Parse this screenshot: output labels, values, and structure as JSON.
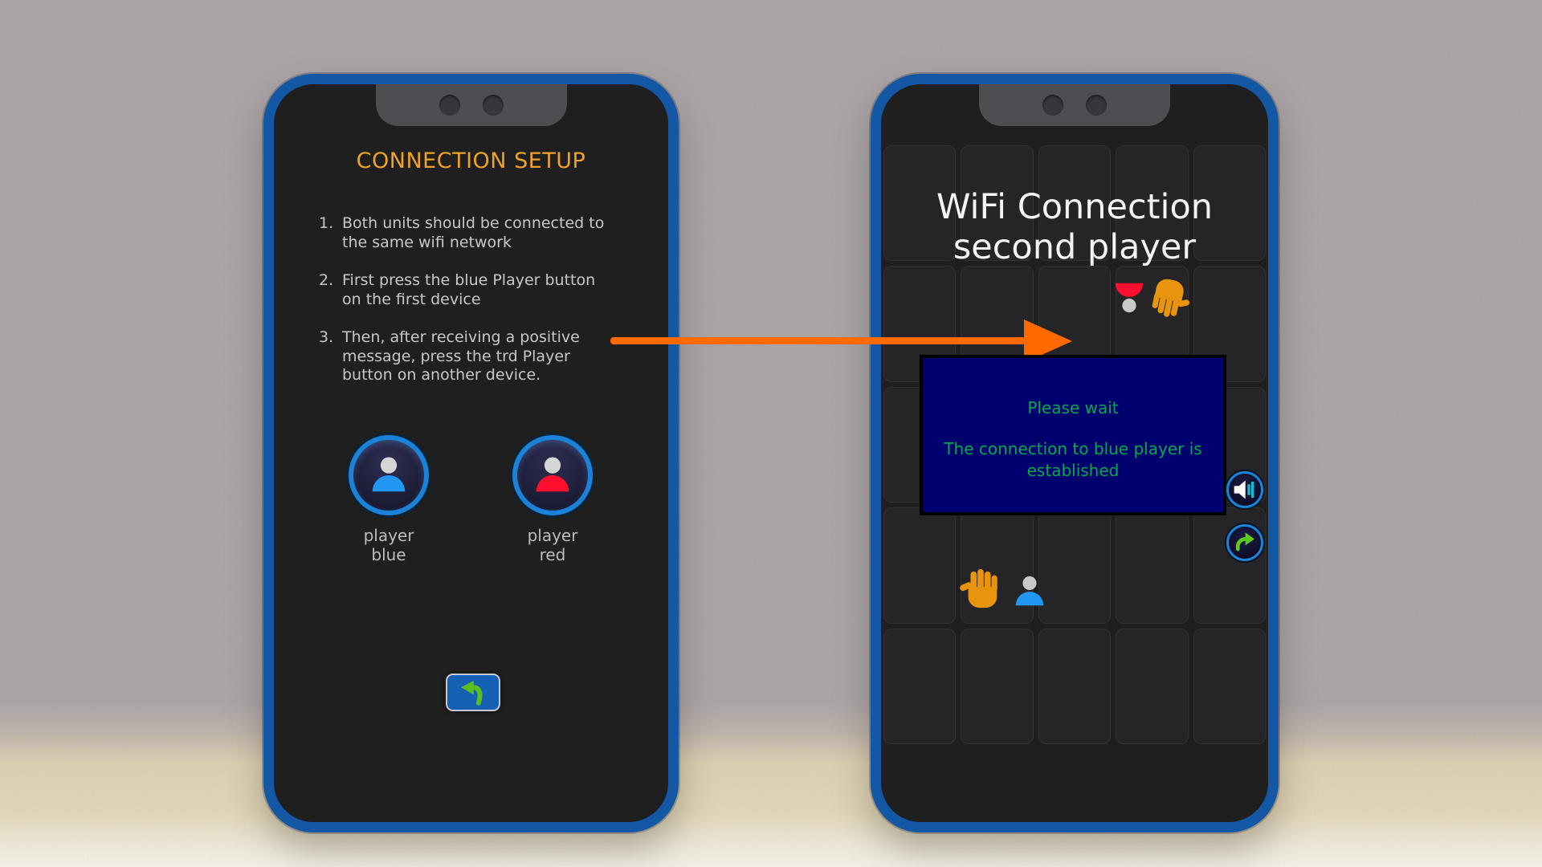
{
  "background": {
    "top_color": "#a9a2a5",
    "bottom_color": "#e2d6b6"
  },
  "arrow": {
    "color": "#ff6a00",
    "direction": "left-instructions-to-right-phone"
  },
  "left_phone": {
    "title": "CONNECTION SETUP",
    "title_color": "#eea328",
    "instructions": [
      {
        "number": "1.",
        "text": "Both units should be connected to\nthe same wifi network"
      },
      {
        "number": "2.",
        "text": "First press the blue Player button\non the first device"
      },
      {
        "number": "3.",
        "text": "Then, after receiving a positive\nmessage, press the trd Player\nbutton on another device."
      }
    ],
    "players": [
      {
        "label": "player blue",
        "color": "#2196f3",
        "icon": "blue-player-icon"
      },
      {
        "label": "player red",
        "color": "#fe0f2e",
        "icon": "red-player-icon"
      }
    ],
    "back_button": {
      "icon": "undo-arrow-icon",
      "bg_color": "#1660b4",
      "arrow_color": "#5abf1e"
    }
  },
  "right_phone": {
    "title": "WiFi Connection\nsecond player",
    "dialog": {
      "line1": "Please wait",
      "line2": "The connection to blue player is\nestablished",
      "bg_color": "#00006e",
      "border_color": "#000000",
      "text_color": "#00a84e"
    },
    "icons_top": [
      "red-player-upside-down-icon",
      "orange-hand-down-icon"
    ],
    "icons_bottom": [
      "orange-hand-up-icon",
      "blue-player-icon"
    ],
    "side_buttons": [
      {
        "name": "sound-button",
        "icon": "speaker-icon",
        "wave_color": "#12bcd4"
      },
      {
        "name": "redo-button",
        "icon": "redo-arrow-icon",
        "arrow_color": "#5fc81e"
      }
    ],
    "hand_color": "#e8940f"
  }
}
